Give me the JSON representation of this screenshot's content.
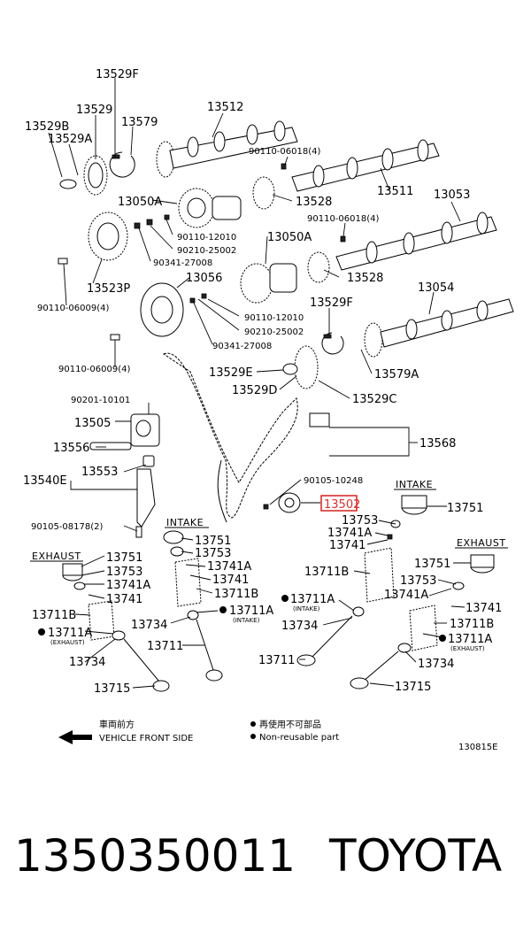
{
  "labels": {
    "l_13529F": "13529F",
    "l_13529": "13529",
    "l_13579": "13579",
    "l_13529B": "13529B",
    "l_13529A": "13529A",
    "l_13512": "13512",
    "l_90110_06018_a": "90110-06018(4)",
    "l_13511": "13511",
    "l_13053": "13053",
    "l_13050A_a": "13050A",
    "l_13528_a": "13528",
    "l_90110_06018_b": "90110-06018(4)",
    "l_90110_12010_a": "90110-12010",
    "l_90210_25002_a": "90210-25002",
    "l_90341_27008_a": "90341-27008",
    "l_13050A_b": "13050A",
    "l_13523P": "13523P",
    "l_13056": "13056",
    "l_13528_b": "13528",
    "l_90110_06009_a": "90110-06009(4)",
    "l_13529F_b": "13529F",
    "l_13054": "13054",
    "l_90110_12010_b": "90110-12010",
    "l_90210_25002_b": "90210-25002",
    "l_90341_27008_b": "90341-27008",
    "l_90110_06009_b": "90110-06009(4)",
    "l_13529E": "13529E",
    "l_13579A": "13579A",
    "l_13529D": "13529D",
    "l_13529C": "13529C",
    "l_90201_10101": "90201-10101",
    "l_13505": "13505",
    "l_13568": "13568",
    "l_13556": "13556",
    "l_13553": "13553",
    "l_13540E": "13540E",
    "l_90105_10248": "90105-10248",
    "l_13502": "13502",
    "l_13751_r": "13751",
    "l_13753_r": "13753",
    "l_13741A_r": "13741A",
    "l_13741_r": "13741",
    "l_13711B_r": "13711B",
    "l_13711A_r": "13711A",
    "l_13734_r": "13734",
    "l_13711_r": "13711",
    "l_90105_08178": "90105-08178(2)",
    "l_13751_c": "13751",
    "l_13753_c": "13753",
    "l_13741A_c": "13741A",
    "l_13741_c": "13741",
    "l_13711B_c": "13711B",
    "l_13711A_c": "13711A",
    "l_13734_c": "13734",
    "l_13711_c": "13711",
    "l_13751_l": "13751",
    "l_13753_l": "13753",
    "l_13741A_l": "13741A",
    "l_13741_l": "13741",
    "l_13711B_l": "13711B",
    "l_13711A_l": "13711A",
    "l_13734_l": "13734",
    "l_13715_l": "13715",
    "l_13751_e": "13751",
    "l_13753_e": "13753",
    "l_13741A_e": "13741A",
    "l_13741_e": "13741",
    "l_13711B_e": "13711B",
    "l_13711A_e": "13711A",
    "l_13734_e": "13734",
    "l_13715_e": "13715"
  },
  "headings": {
    "intake_right": "INTAKE",
    "intake_center": "INTAKE",
    "exhaust_left": "EXHAUST",
    "exhaust_right": "EXHAUST"
  },
  "subnotes": {
    "intake_r": "(INTAKE)",
    "intake_c": "(INTAKE)",
    "exhaust_l": "(EXHAUST)",
    "exhaust_e": "(EXHAUST)"
  },
  "legend": {
    "front_jp": "車両前方",
    "front_en": "VEHICLE FRONT SIDE",
    "nonreuse_jp": "再使用不可部品",
    "nonreuse_en": "Non-reusable part"
  },
  "figure_code": "130815E",
  "highlighted_part": "13502",
  "footer": {
    "part_number": "1350350011",
    "brand": "TOYOTA"
  },
  "colors": {
    "highlight": "#d9302c",
    "ink": "#000000",
    "background": "#ffffff"
  }
}
